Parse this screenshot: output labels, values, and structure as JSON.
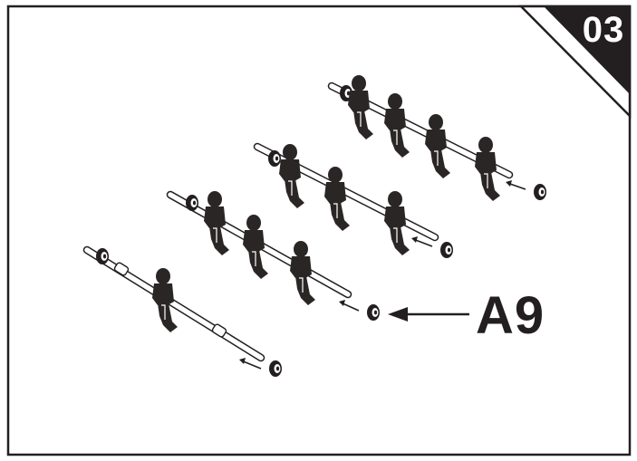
{
  "step": {
    "number": "03"
  },
  "callout": {
    "part_label": "A9"
  },
  "colors": {
    "ink": "#231f20",
    "figure": "#2b2626",
    "rod_fill": "#ffffff",
    "background": "#ffffff"
  },
  "rods": [
    {
      "name": "rod-1-goalkeeper",
      "men": 1,
      "bumper": true
    },
    {
      "name": "rod-2",
      "men": 3,
      "bumper": true
    },
    {
      "name": "rod-3",
      "men": 3,
      "bumper": true
    },
    {
      "name": "rod-4",
      "men": 4,
      "bumper": true
    }
  ]
}
